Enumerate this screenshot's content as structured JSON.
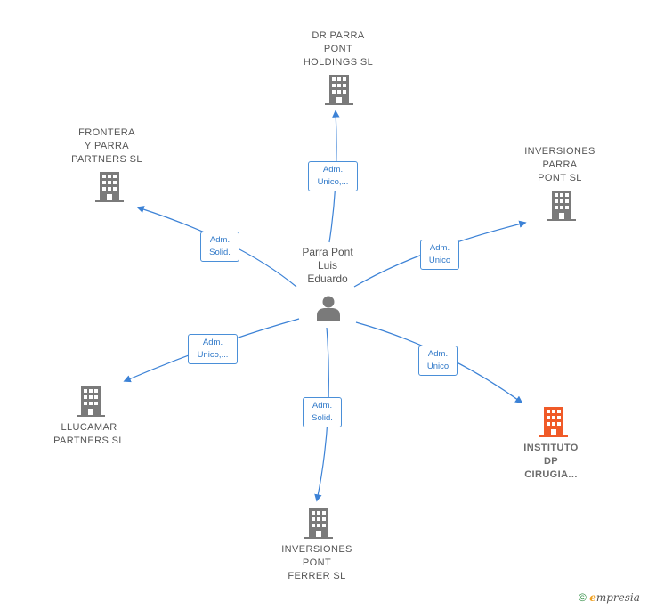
{
  "center": {
    "name": "Parra Pont\nLuis\nEduardo",
    "icon": "person-icon"
  },
  "companies": [
    {
      "id": "dr-parra-pont-holdings",
      "name": "DR PARRA\nPONT\nHOLDINGS  SL",
      "highlight": false,
      "relation": "Adm.\nUnico,..."
    },
    {
      "id": "frontera-y-parra-partners",
      "name": "FRONTERA\nY PARRA\nPARTNERS  SL",
      "highlight": false,
      "relation": "Adm.\nSolid."
    },
    {
      "id": "inversiones-parra-pont",
      "name": "INVERSIONES\nPARRA\nPONT  SL",
      "highlight": false,
      "relation": "Adm.\nUnico"
    },
    {
      "id": "llucamar-partners",
      "name": "LLUCAMAR\nPARTNERS  SL",
      "highlight": false,
      "relation": "Adm.\nUnico,..."
    },
    {
      "id": "instituto-dp-cirugia",
      "name": "INSTITUTO\nDP\nCIRUGIA...",
      "highlight": true,
      "relation": "Adm.\nUnico"
    },
    {
      "id": "inversiones-pont-ferrer",
      "name": "INVERSIONES\nPONT\nFERRER  SL",
      "highlight": false,
      "relation": "Adm.\nSolid."
    }
  ],
  "colors": {
    "edge": "#3c82d6",
    "building": "#7a7a7a",
    "building_highlight": "#f05a28"
  },
  "footer": {
    "copyright": "©",
    "brand_e": "e",
    "brand_rest": "mpresia"
  }
}
